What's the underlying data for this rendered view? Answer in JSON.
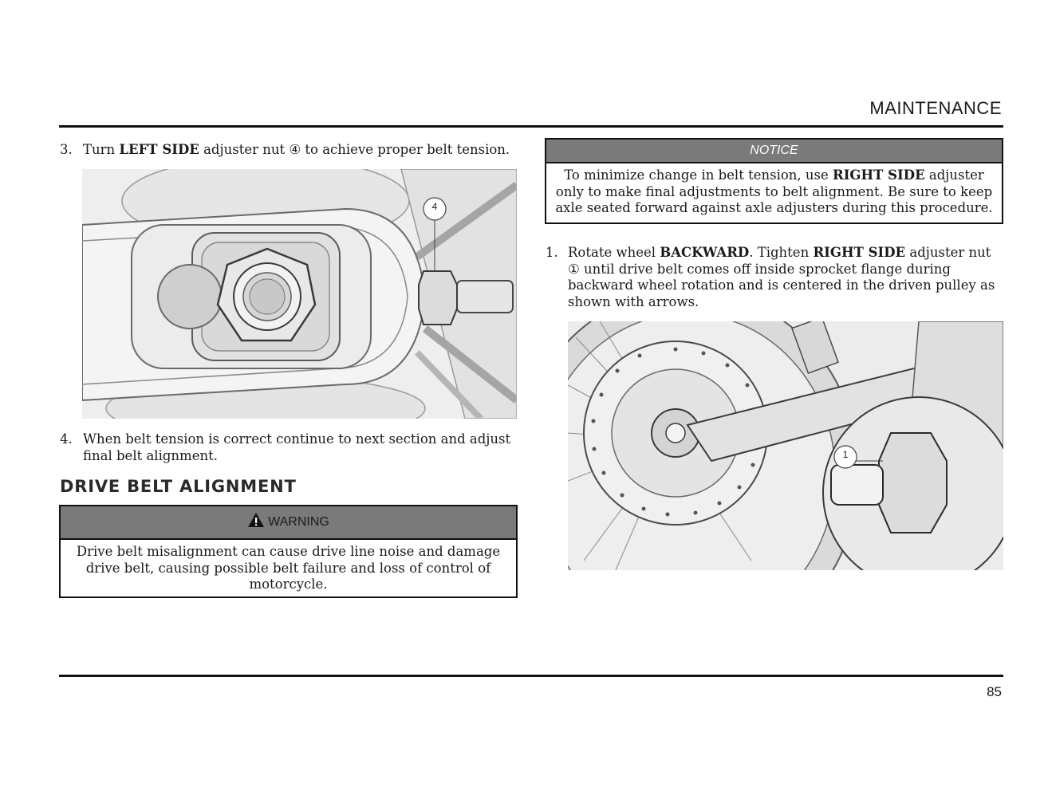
{
  "header": {
    "section": "MAINTENANCE"
  },
  "left": {
    "step3": {
      "number": "3.",
      "pre": "Turn ",
      "bold": "LEFT SIDE",
      "post": " adjuster nut ④ to achieve proper belt tension."
    },
    "figure1": {
      "callout": "4"
    },
    "step4": {
      "number": "4.",
      "line1": "When belt tension is correct continue to next section and adjust",
      "line2": "final belt alignment."
    },
    "heading": "DRIVE BELT ALIGNMENT",
    "warning": {
      "title": "WARNING",
      "lines": [
        "Drive belt misalignment can cause drive line noise and damage",
        "drive belt, causing possible belt failure and loss of control of",
        "motorcycle."
      ]
    }
  },
  "right": {
    "notice": {
      "title": "NOTICE",
      "line1_pre": "To minimize change in belt tension, use ",
      "line1_bold": "RIGHT SIDE",
      "line1_post": " adjuster",
      "line2": "only to make final adjustments to belt alignment. Be sure to keep",
      "line3": "axle seated forward against axle adjusters during this procedure."
    },
    "step1": {
      "number": "1.",
      "pre": "Rotate wheel ",
      "bold1": "BACKWARD",
      "mid": ". Tighten ",
      "bold2": "RIGHT SIDE",
      "post": " adjuster nut",
      "line2": "① until drive belt comes off inside sprocket flange during",
      "line3": "backward wheel rotation and is centered in the driven pulley as",
      "line4": "shown with arrows."
    },
    "figure2": {
      "callout": "1"
    }
  },
  "footer": {
    "page_number": "85"
  }
}
